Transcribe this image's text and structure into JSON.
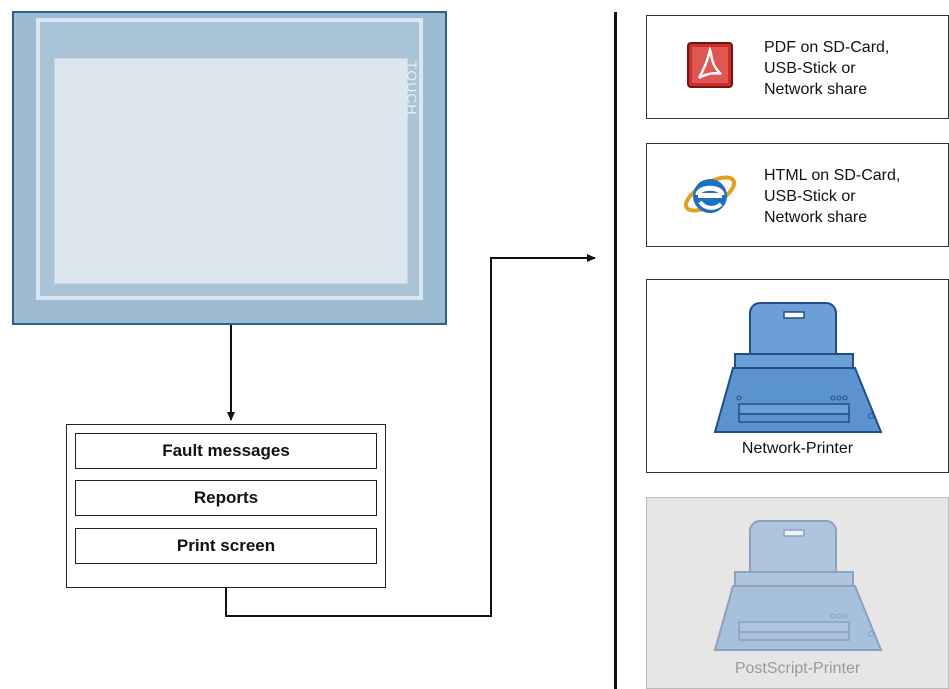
{
  "hmi_panel": {
    "brand_text": "TOUCH"
  },
  "sources": {
    "items": [
      {
        "label": "Fault messages"
      },
      {
        "label": "Reports"
      },
      {
        "label": "Print screen"
      }
    ]
  },
  "outputs": {
    "pdf": {
      "lines": [
        "PDF on SD-Card,",
        "USB-Stick or",
        "Network share"
      ],
      "icon": "pdf-icon"
    },
    "html": {
      "lines": [
        "HTML on SD-Card,",
        "USB-Stick or",
        "Network share"
      ],
      "icon": "internet-explorer-icon"
    },
    "network_printer": {
      "label": "Network-Printer",
      "icon": "printer-icon"
    },
    "postscript_printer": {
      "label": "PostScript-Printer",
      "icon": "printer-icon",
      "state": "disabled"
    }
  },
  "colors": {
    "panel_blue": "#9dbcd3",
    "panel_border": "#2f5f86",
    "printer_blue": "#5b93d0",
    "disabled_card_bg": "#e6e6e6",
    "disabled_text": "#9a9a9a"
  }
}
